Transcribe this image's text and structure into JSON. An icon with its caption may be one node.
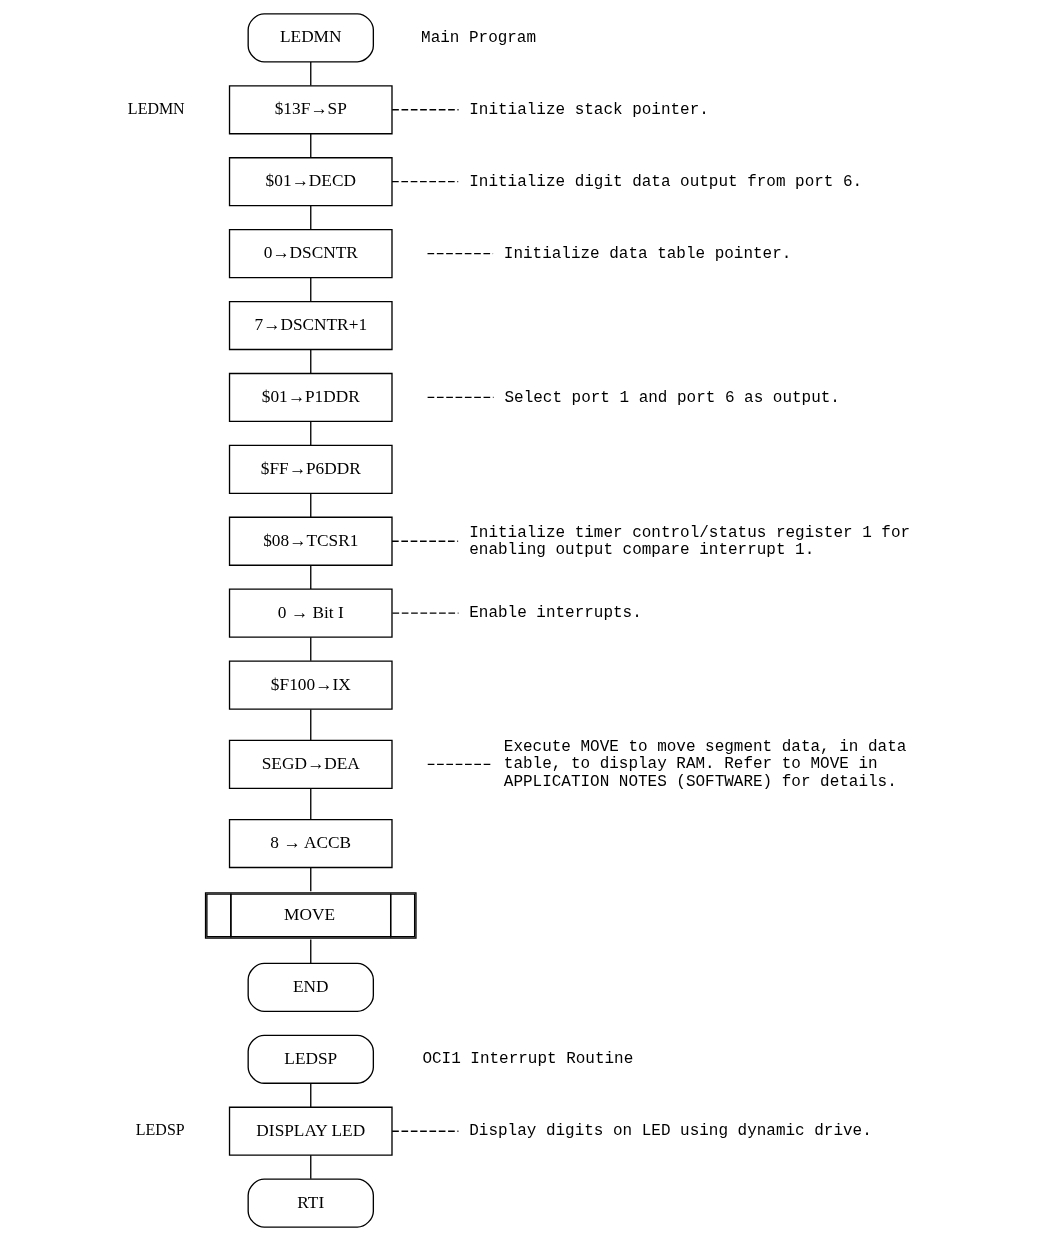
{
  "diagram": {
    "nodes": [
      {
        "text": [
          "LEDMN"
        ],
        "beside": [
          "Main Program"
        ]
      },
      {
        "text": [
          "$13F→SP"
        ],
        "beside": [
          "LEDMN"
        ]
      },
      {
        "text": [
          "$01→DECD"
        ]
      },
      {
        "text": [
          "0→DSCNTR"
        ]
      },
      {
        "text": [
          "7→DSCNTR+1"
        ]
      },
      {
        "text": [
          "$01→P1DDR"
        ]
      },
      {
        "text": [
          "$FF→P6DDR"
        ]
      },
      {
        "text": [
          "$08→TCSR1"
        ]
      },
      {
        "text": [
          "0 → Bit I"
        ]
      },
      {
        "text": [
          "$F100→IX"
        ]
      },
      {
        "text": [
          "SEGD→DEA"
        ]
      },
      {
        "text": [
          "8 → ACCB"
        ]
      },
      {
        "text": [
          "MOVE"
        ]
      },
      {
        "text": [
          "END"
        ]
      },
      {
        "text": [
          "LEDSP"
        ],
        "beside": [
          "OCI1 Interrupt Routine"
        ]
      },
      {
        "text": [
          "DISPLAY LED"
        ],
        "beside": [
          "LEDSP"
        ]
      },
      {
        "text": [
          "RTI"
        ]
      },
      {
        "text": [
          "Initialize stack pointer."
        ]
      },
      {
        "text": [
          "Initialize digit data output from port 6."
        ]
      },
      {
        "text": [
          "Initialize data table pointer."
        ]
      },
      {
        "text": [
          "Select port 1 and port 6 as output."
        ]
      },
      {
        "text": [
          "Initialize timer control/status register 1 for enabling output compare interrupt 1."
        ]
      },
      {
        "text": [
          "Enable interrupts."
        ]
      },
      {
        "text": [
          "Execute MOVE to move segment data, in data table, to display RAM. Refer to MOVE in APPLICATION NOTES (SOFTWARE) for details."
        ]
      },
      {
        "text": [
          "Display digits on LED using dynamic drive."
        ]
      }
    ],
    "edges": [
      {
        "from": 0,
        "to": 1,
        "arrow": "none"
      },
      {
        "from": 1,
        "to": 2,
        "arrow": "none"
      },
      {
        "from": 2,
        "to": 3,
        "arrow": "none"
      },
      {
        "from": 3,
        "to": 4,
        "arrow": "none"
      },
      {
        "from": 4,
        "to": 5,
        "arrow": "none"
      },
      {
        "from": 5,
        "to": 6,
        "arrow": "none"
      },
      {
        "from": 6,
        "to": 7,
        "arrow": "none"
      },
      {
        "from": 7,
        "to": 8,
        "arrow": "none"
      },
      {
        "from": 8,
        "to": 9,
        "arrow": "none"
      },
      {
        "from": 9,
        "to": 10,
        "arrow": "none"
      },
      {
        "from": 10,
        "to": 11,
        "arrow": "none"
      },
      {
        "from": 11,
        "to": 12,
        "arrow": "none"
      },
      {
        "from": 12,
        "to": 13,
        "arrow": "none"
      },
      {
        "from": 14,
        "to": 15,
        "arrow": "none"
      },
      {
        "from": 15,
        "to": 16,
        "arrow": "none"
      },
      {
        "from": 1,
        "to": 17,
        "arrow": "none",
        "style": "dashed"
      },
      {
        "from": 2,
        "to": 18,
        "arrow": "none",
        "style": "dashed"
      },
      {
        "from": null,
        "to": 19,
        "arrow": "none",
        "style": "dashed"
      },
      {
        "from": null,
        "to": 20,
        "arrow": "none",
        "style": "dashed"
      },
      {
        "from": 7,
        "to": 21,
        "arrow": "none",
        "style": "dashed"
      },
      {
        "from": 8,
        "to": 22,
        "arrow": "none",
        "style": "dashed"
      },
      {
        "from": null,
        "to": 23,
        "arrow": "none",
        "style": "dashed"
      },
      {
        "from": 15,
        "to": 24,
        "arrow": "none",
        "style": "dashed"
      }
    ]
  }
}
